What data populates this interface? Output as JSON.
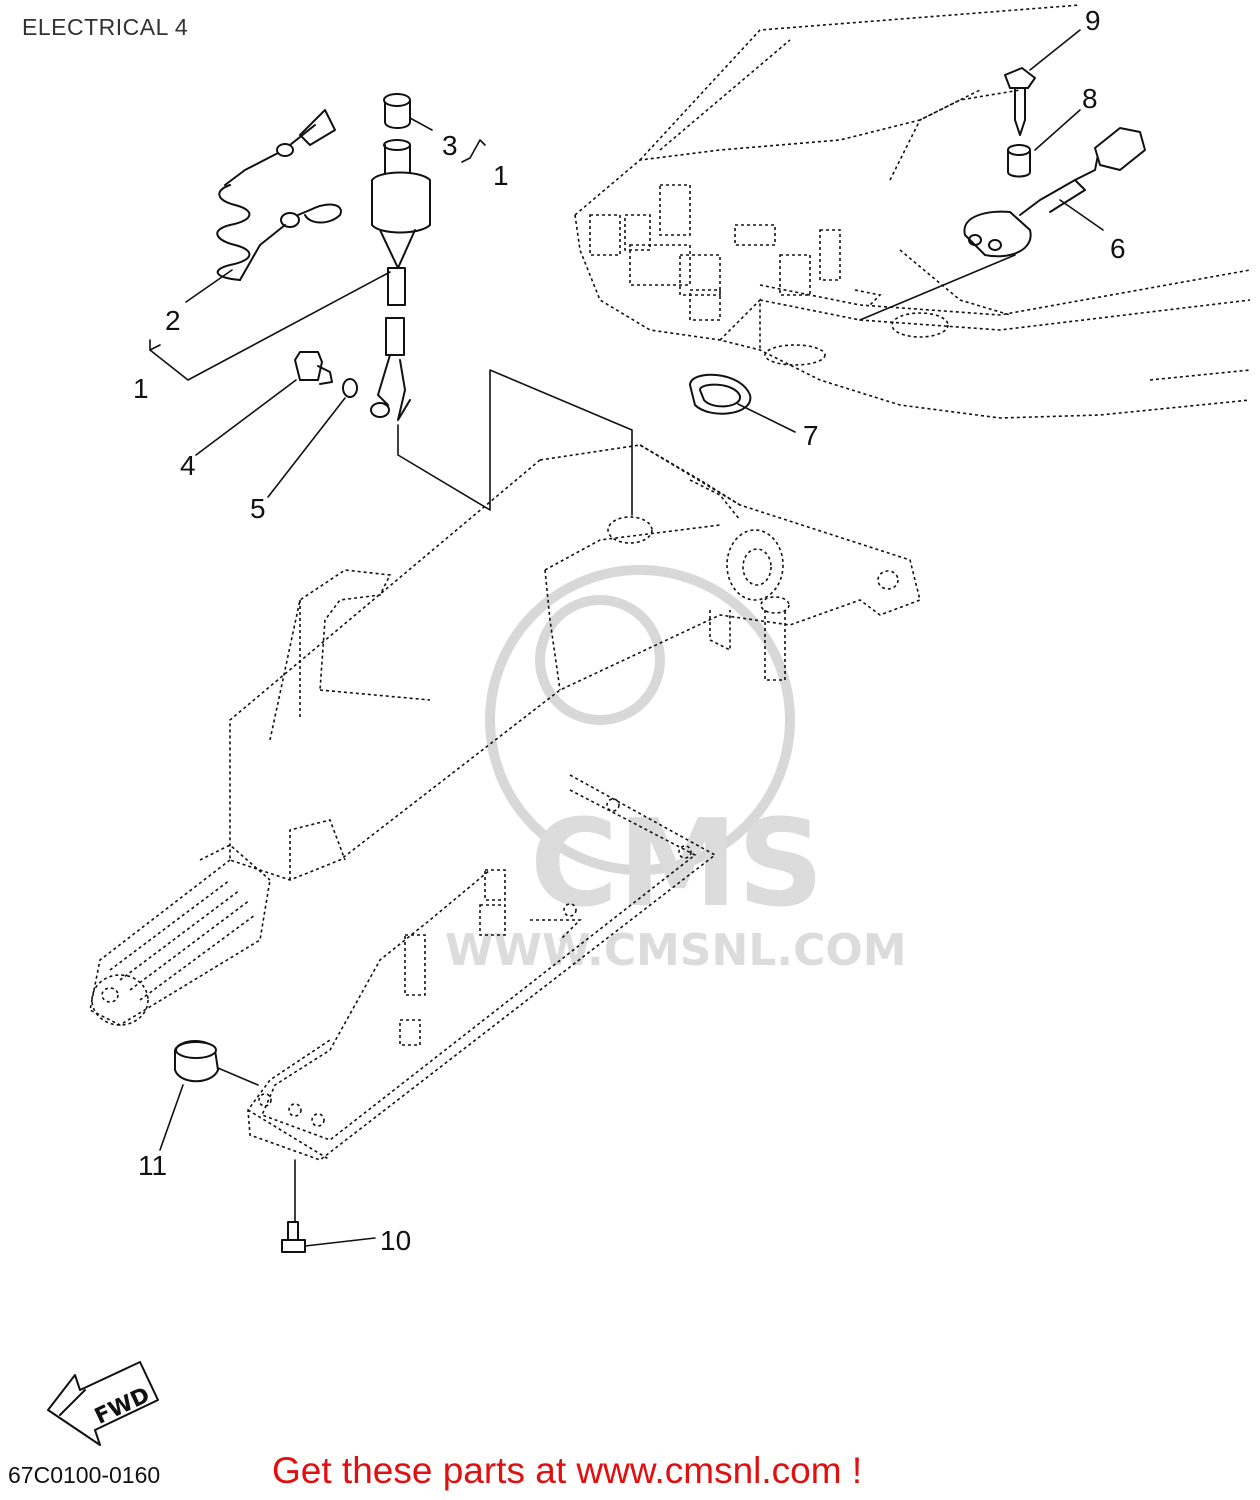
{
  "header": {
    "title": "ELECTRICAL 4"
  },
  "footer": {
    "code": "67C0100-0160",
    "cta": "Get these parts at www.cmsnl.com !"
  },
  "diagram": {
    "part_labels": [
      "1",
      "1",
      "2",
      "3",
      "4",
      "5",
      "6",
      "7",
      "8",
      "9",
      "10",
      "11"
    ],
    "fwd_label": "FWD",
    "watermark": [
      "CMS",
      "WWW.CMSNL.COM"
    ]
  }
}
